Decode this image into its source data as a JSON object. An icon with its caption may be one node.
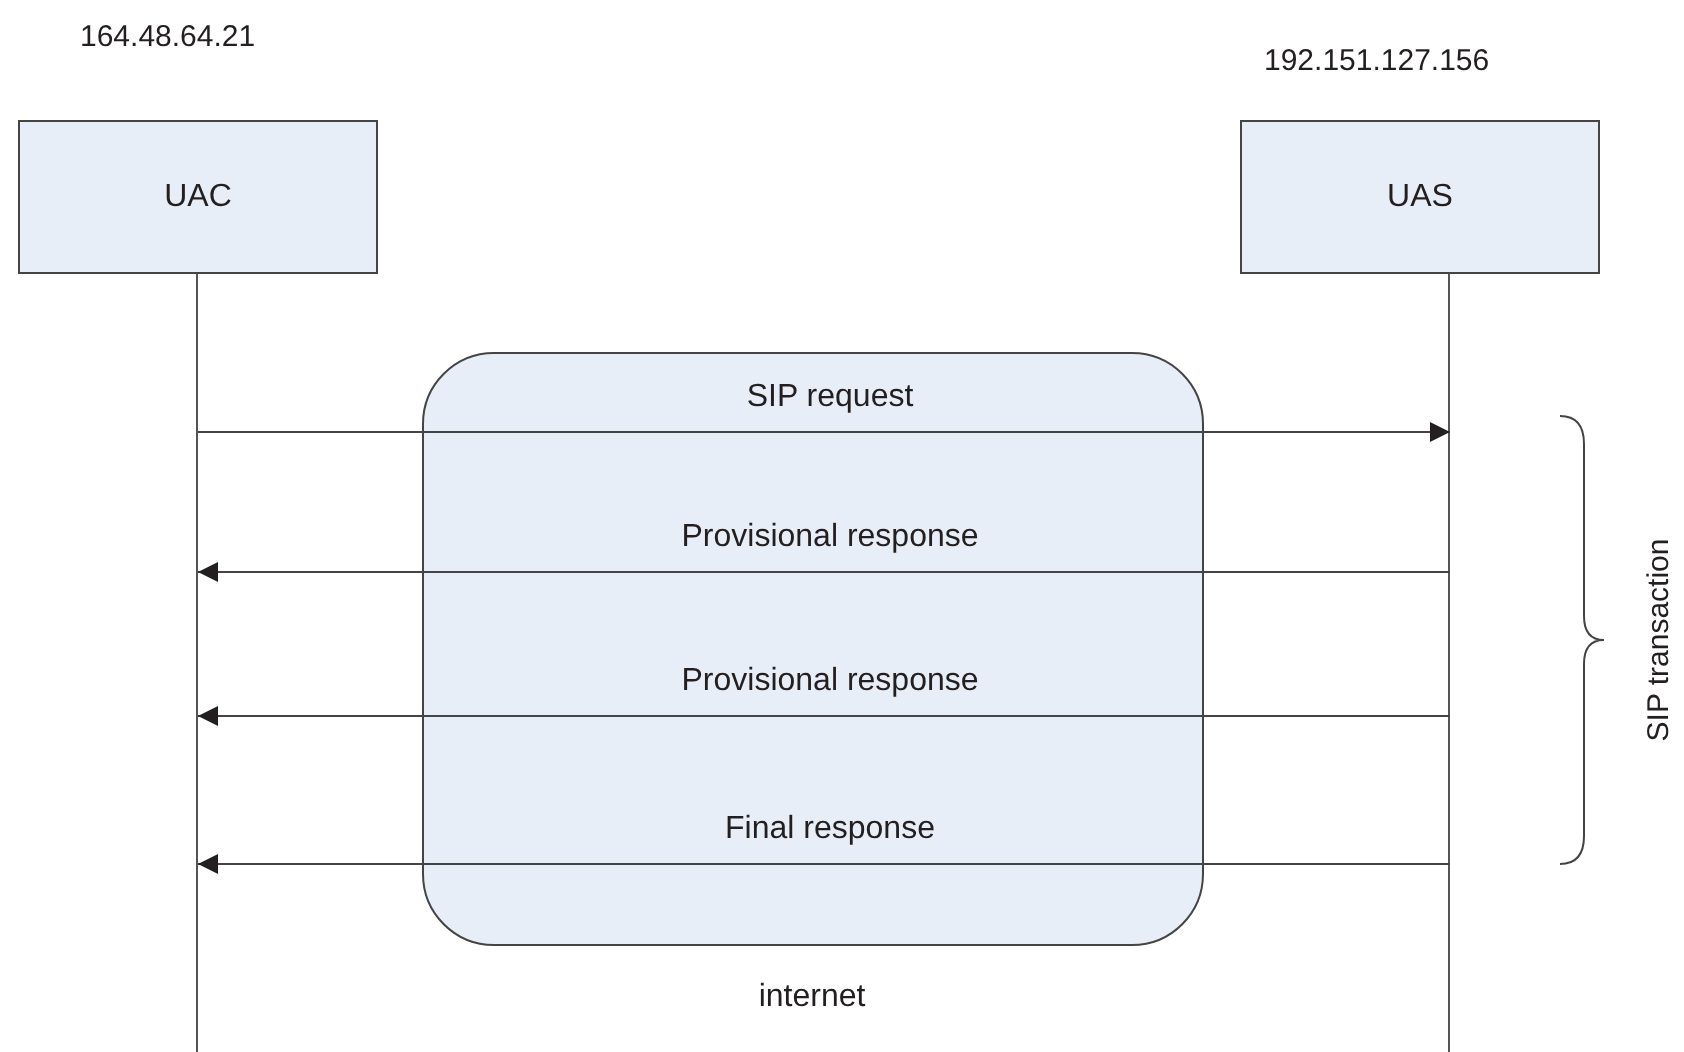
{
  "diagram": {
    "nodes": [
      {
        "text": [
          "UAC"
        ],
        "beside": [
          "164.48.64.21"
        ]
      },
      {
        "text": [
          "UAS"
        ],
        "beside": [
          "192.151.127.156"
        ]
      },
      {
        "text": [],
        "shape": "bar"
      },
      {
        "text": [],
        "shape": "bar"
      }
    ],
    "edges": [
      {
        "from": 2,
        "to": 3,
        "arrow": "to",
        "label": "SIP request"
      },
      {
        "from": 3,
        "to": 2,
        "arrow": "to",
        "label": "Provisional response"
      },
      {
        "from": 3,
        "to": 2,
        "arrow": "to",
        "label": "Provisional response"
      },
      {
        "from": 3,
        "to": 2,
        "arrow": "to",
        "label": "Final response"
      }
    ],
    "labels": [
      "SIP transaction",
      "internet"
    ]
  }
}
